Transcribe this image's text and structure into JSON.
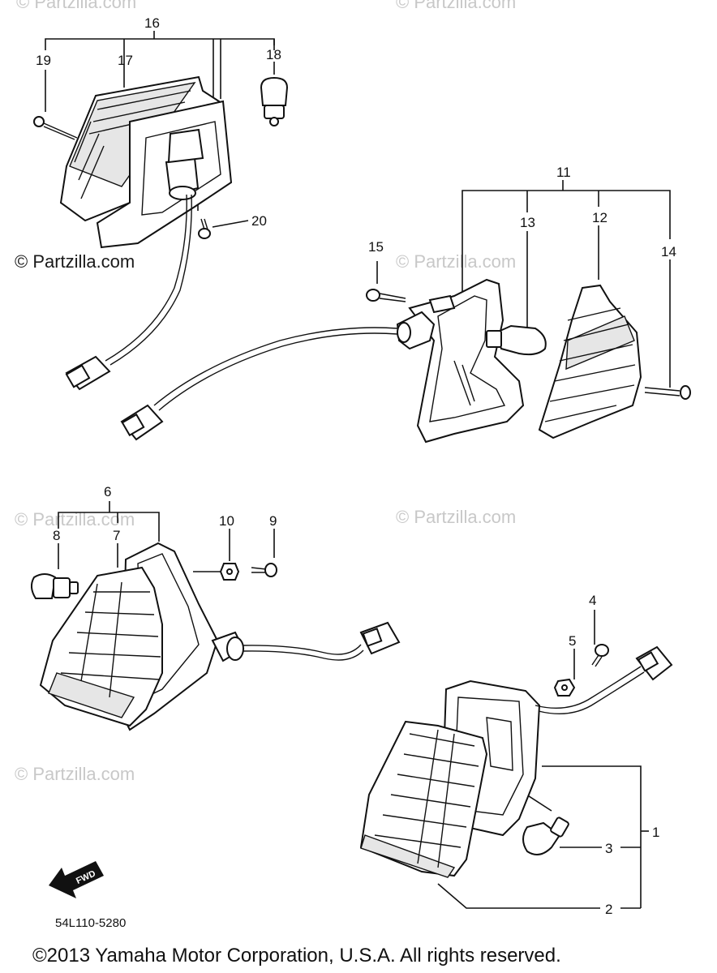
{
  "watermarks": {
    "partzilla": "© Partzilla.com"
  },
  "callouts": {
    "c1": "1",
    "c2": "2",
    "c3": "3",
    "c4": "4",
    "c5": "5",
    "c6": "6",
    "c7": "7",
    "c8": "8",
    "c9": "9",
    "c10": "10",
    "c11": "11",
    "c12": "12",
    "c13": "13",
    "c14": "14",
    "c15": "15",
    "c16": "16",
    "c17": "17",
    "c18": "18",
    "c19": "19",
    "c20": "20"
  },
  "diagram_code": "54L110-5280",
  "direction_arrow": "FWD",
  "copyright": "©2013  Yamaha Motor Corporation, U.S.A. All rights reserved."
}
